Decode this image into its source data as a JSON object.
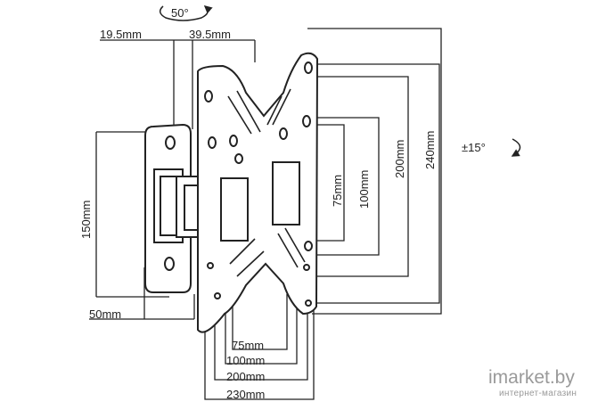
{
  "diagram": {
    "rotation_top": "50°",
    "tilt": "±15°",
    "top_dims": [
      "19.5mm",
      "39.5mm"
    ],
    "left_dims": [
      "150mm",
      "50mm"
    ],
    "vertical_vesa": [
      "75mm",
      "100mm",
      "200mm",
      "240mm"
    ],
    "horizontal_vesa": [
      "75mm",
      "100mm",
      "200mm",
      "230mm"
    ]
  },
  "watermark": {
    "brand": "imarket.by",
    "tagline": "интернет-магазин"
  },
  "colors": {
    "line": "#222222",
    "fill": "#ffffff",
    "watermark": "#9a9a9a"
  }
}
